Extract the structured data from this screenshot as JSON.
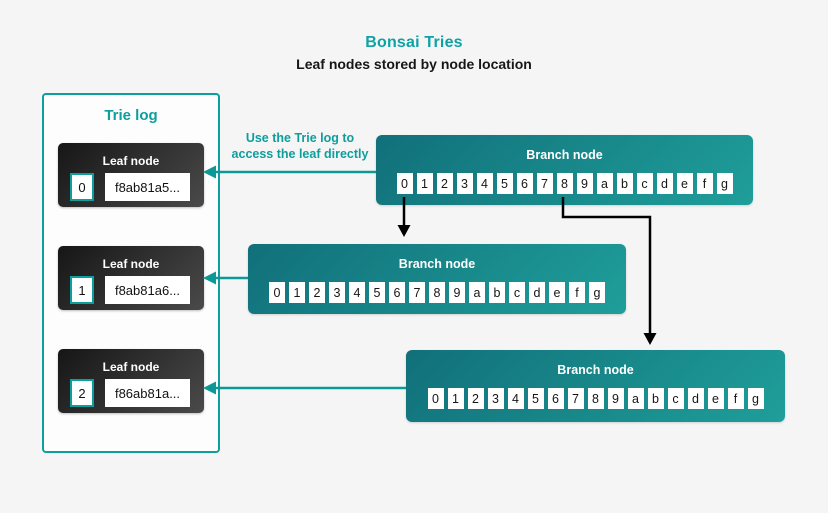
{
  "header": {
    "title": "Bonsai Tries",
    "subtitle": "Leaf nodes stored by node location"
  },
  "trie_log": {
    "title": "Trie log",
    "leaf_nodes": [
      {
        "label": "Leaf node",
        "index": "0",
        "hash": "f8ab81a5..."
      },
      {
        "label": "Leaf node",
        "index": "1",
        "hash": "f8ab81a6..."
      },
      {
        "label": "Leaf node",
        "index": "2",
        "hash": "f86ab81a..."
      }
    ]
  },
  "annotation": {
    "line1": "Use the Trie log to",
    "line2": "access the leaf directly"
  },
  "branch_nodes": [
    {
      "label": "Branch node",
      "cells": [
        "0",
        "1",
        "2",
        "3",
        "4",
        "5",
        "6",
        "7",
        "8",
        "9",
        "a",
        "b",
        "c",
        "d",
        "e",
        "f",
        "g"
      ]
    },
    {
      "label": "Branch node",
      "cells": [
        "0",
        "1",
        "2",
        "3",
        "4",
        "5",
        "6",
        "7",
        "8",
        "9",
        "a",
        "b",
        "c",
        "d",
        "e",
        "f",
        "g"
      ]
    },
    {
      "label": "Branch node",
      "cells": [
        "0",
        "1",
        "2",
        "3",
        "4",
        "5",
        "6",
        "7",
        "8",
        "9",
        "a",
        "b",
        "c",
        "d",
        "e",
        "f",
        "g"
      ]
    }
  ],
  "colors": {
    "accent_teal": "#0d9e9e",
    "arrow_black": "#000000",
    "branch_gradient_start": "#11707a",
    "branch_gradient_end": "#1f9e9a",
    "leaf_gradient_start": "#161616",
    "leaf_gradient_end": "#4a4a4a",
    "background": "#f5f5f6"
  }
}
